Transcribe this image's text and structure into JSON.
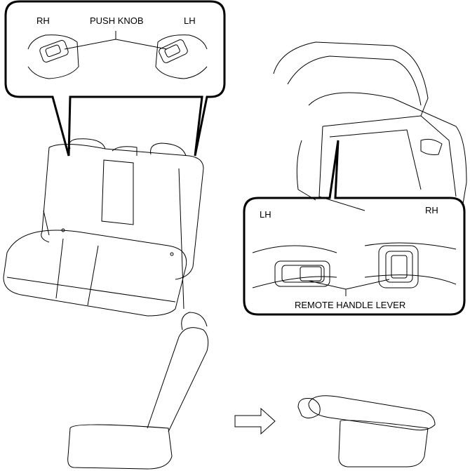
{
  "top_callout": {
    "rh_label": "RH",
    "center_label": "PUSH KNOB",
    "lh_label": "LH"
  },
  "bottom_callout": {
    "lh_label": "LH",
    "rh_label": "RH",
    "center_label": "REMOTE HANDLE LEVER"
  },
  "colors": {
    "line": "#000000",
    "background": "#ffffff"
  }
}
